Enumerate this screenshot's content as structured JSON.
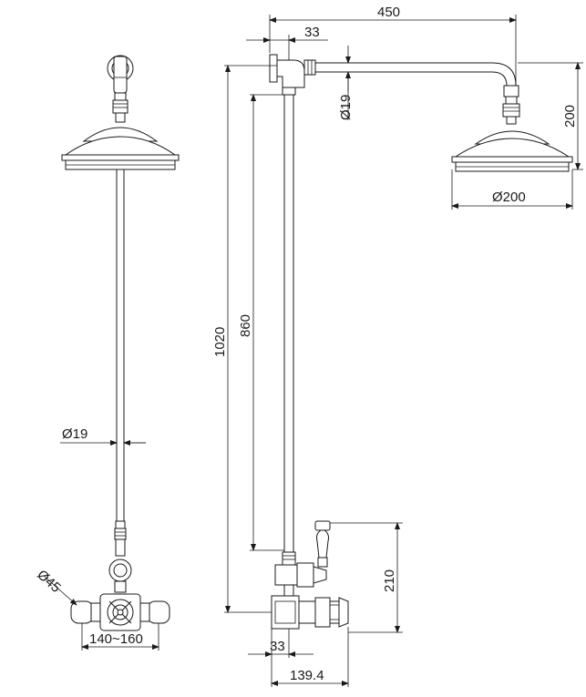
{
  "dimensions": {
    "arm_length": "450",
    "wall_offset": "33",
    "arm_diameter": "Ø19",
    "head_drop": "200",
    "head_diameter": "Ø200",
    "total_height": "1020",
    "riser_length": "860",
    "riser_diameter": "Ø19",
    "valve_height": "210",
    "knob_diameter": "Ø45",
    "centers": "140~160",
    "valve_offset": "33",
    "valve_depth": "139.4"
  },
  "colors": {
    "line": "#1a1a1a",
    "background": "#ffffff"
  }
}
